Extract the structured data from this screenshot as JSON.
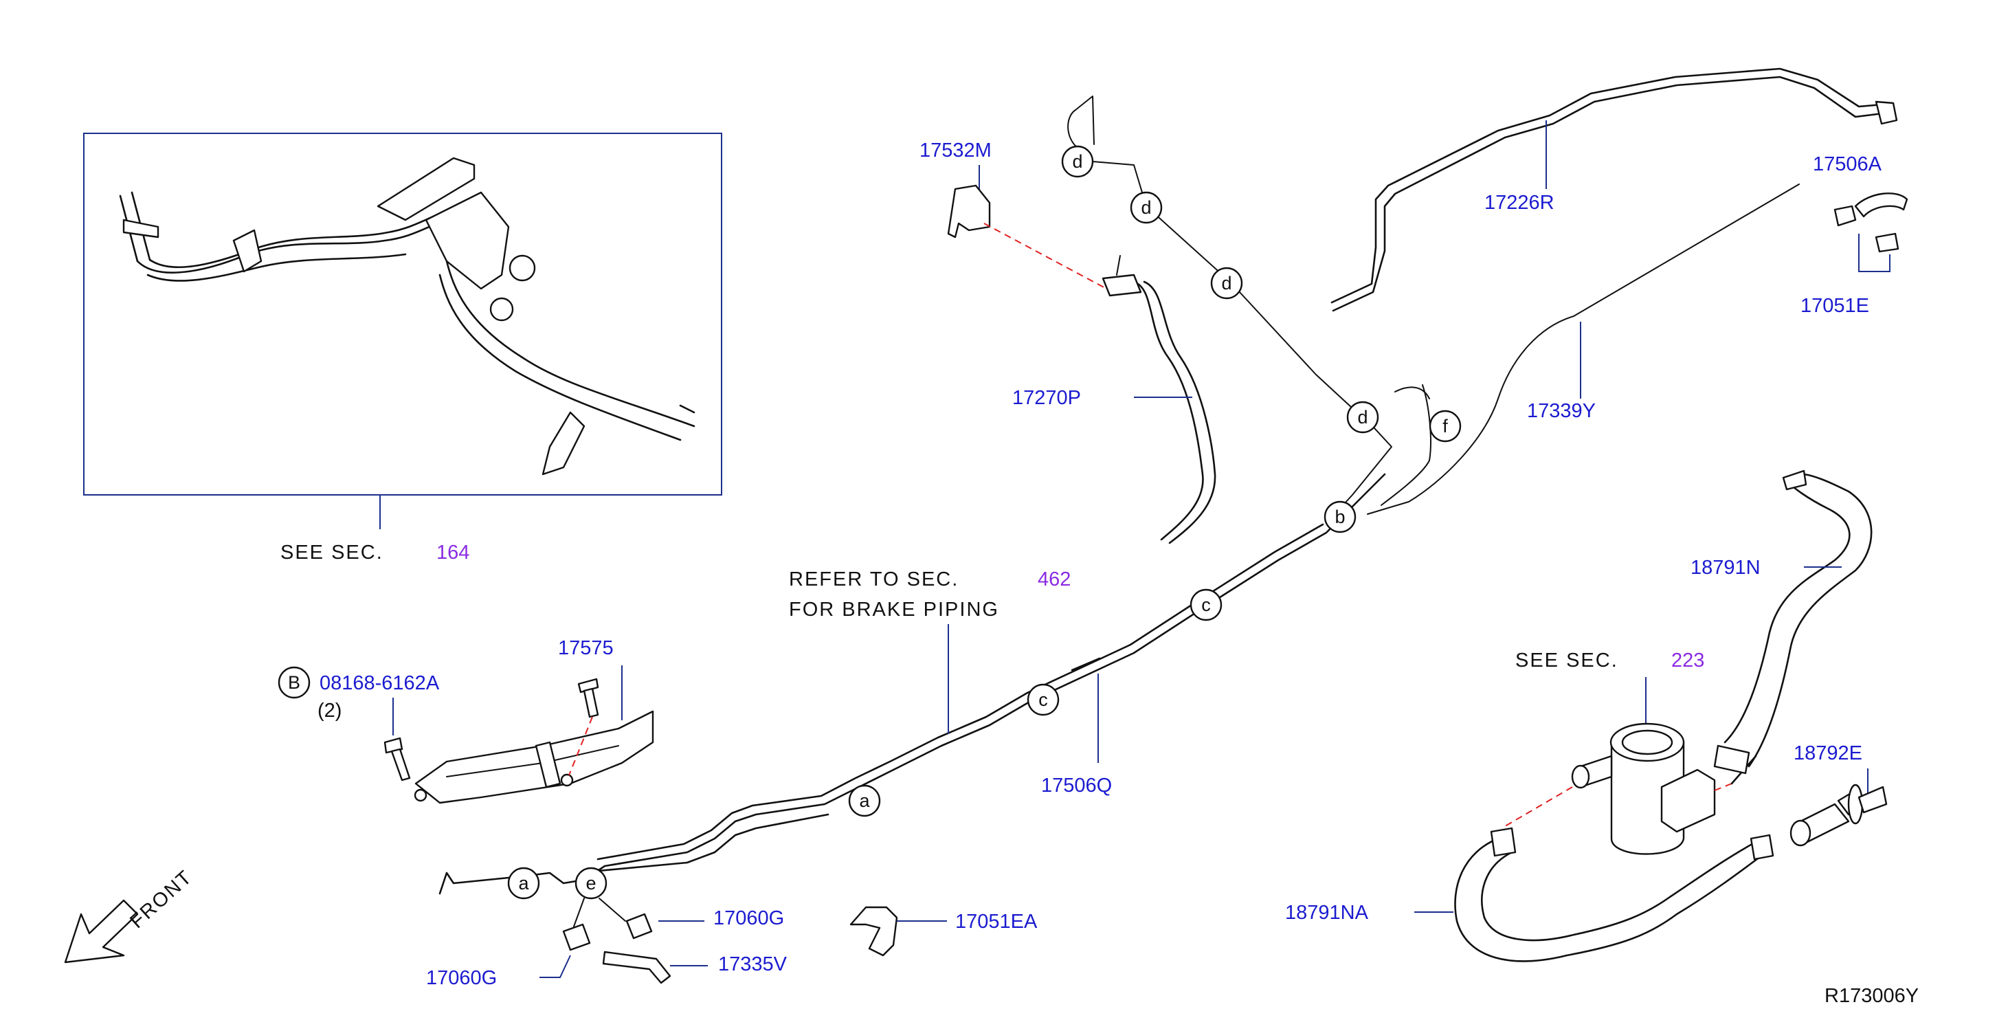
{
  "sections": {
    "see_164": {
      "label": "SEE  SEC.",
      "number": "164"
    },
    "refer_462": {
      "line1": "REFER  TO  SEC.",
      "number": "462",
      "line2": "FOR  BRAKE  PIPING"
    },
    "see_223": {
      "label": "SEE  SEC.",
      "number": "223"
    }
  },
  "part_numbers": {
    "p17532M": "17532M",
    "p17270P": "17270P",
    "p17226R": "17226R",
    "p17506A": "17506A",
    "p17051E": "17051E",
    "p17339Y": "17339Y",
    "p18791N": "18791N",
    "p17575": "17575",
    "p08168": "08168-6162A",
    "p17506Q": "17506Q",
    "p18792E": "18792E",
    "p18791NA": "18791NA",
    "p17060G_a": "17060G",
    "p17051EA": "17051EA",
    "p17060G_b": "17060G",
    "p17335V": "17335V"
  },
  "bolt_symbol": "B",
  "bolt_qty": "(2)",
  "front_label": "FRONT",
  "diagram_code": "R173006Y",
  "connectors": {
    "d1": "d",
    "d2": "d",
    "d3": "d",
    "d4": "d",
    "f": "f",
    "b": "b",
    "c1": "c",
    "c2": "c",
    "a1": "a",
    "a2": "a",
    "e": "e"
  },
  "colors": {
    "part_number": "#1b1bd0",
    "section_number": "#8a2be2",
    "line": "#111111",
    "dashed_guide": "#e02020",
    "leader": "#1c2f8c"
  }
}
